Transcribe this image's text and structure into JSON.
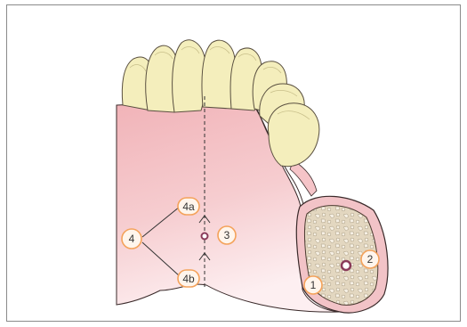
{
  "figure": {
    "labels": {
      "l1": "1",
      "l2": "2",
      "l3": "3",
      "l4": "4",
      "l4a": "4a",
      "l4b": "4b"
    },
    "colors": {
      "gum": "#f3bcc0",
      "gum_light": "#fce8ea",
      "tooth": "#f4eebc",
      "tooth_outline": "#5a5040",
      "bone_cancellous": "#ddd0b8",
      "bone_cortex": "#f0c0c4",
      "callout_ring": "#f4a25a",
      "callout_fill": "#fff5ec",
      "foramen": "#8a3a5a",
      "outline": "#3a2a2a"
    }
  }
}
